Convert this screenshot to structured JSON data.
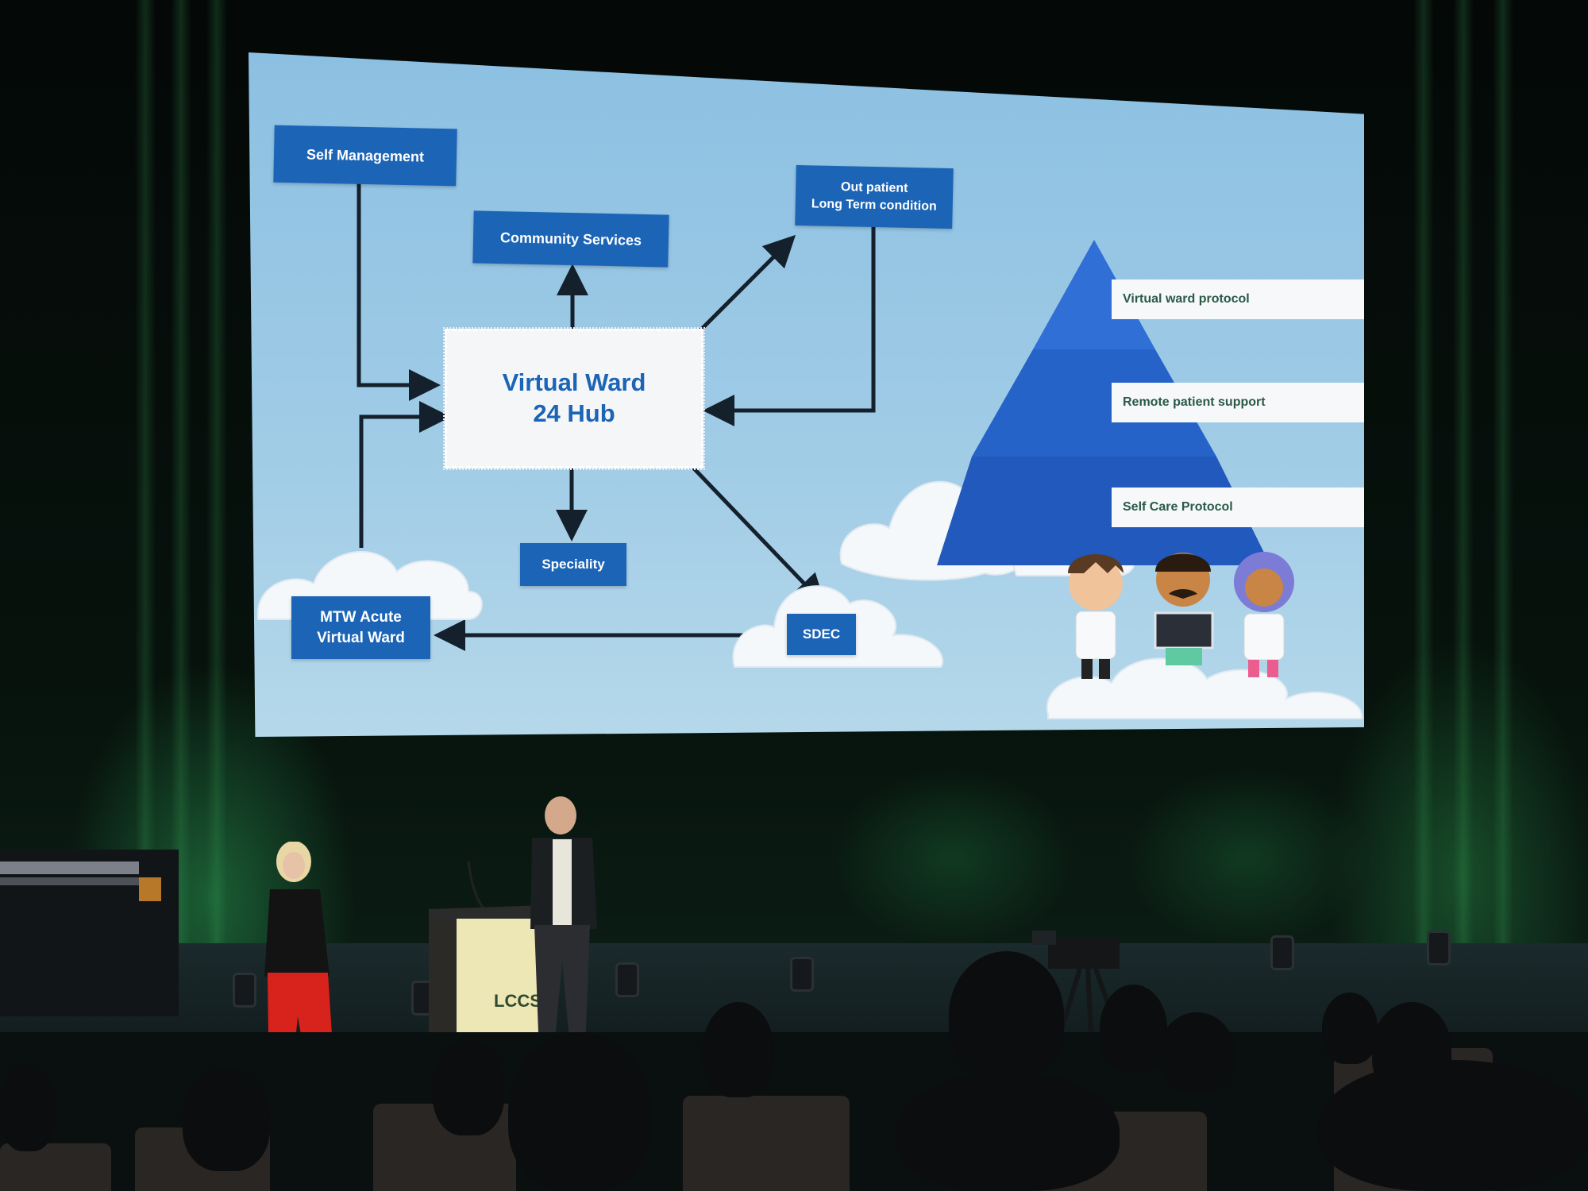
{
  "slide": {
    "boxes": {
      "self_management": "Self Management",
      "community_services": "Community Services",
      "out_patient_line1": "Out patient",
      "out_patient_line2": "Long Term condition",
      "speciality": "Speciality",
      "sdec": "SDEC",
      "mtw_line1": "MTW Acute",
      "mtw_line2": "Virtual Ward"
    },
    "hub": {
      "line1": "Virtual Ward",
      "line2": "24 Hub"
    },
    "pyramid_labels": [
      "Virtual ward protocol",
      "Remote patient support",
      "Self Care Protocol"
    ]
  },
  "podium": {
    "logo": "LCCS"
  },
  "colors": {
    "slide_box": "#1c64b6",
    "slide_background": "#9fcbe6",
    "pyramid": "#2563c8",
    "curtain_glow": "#2f9a55",
    "trousers": "#d8231c"
  }
}
